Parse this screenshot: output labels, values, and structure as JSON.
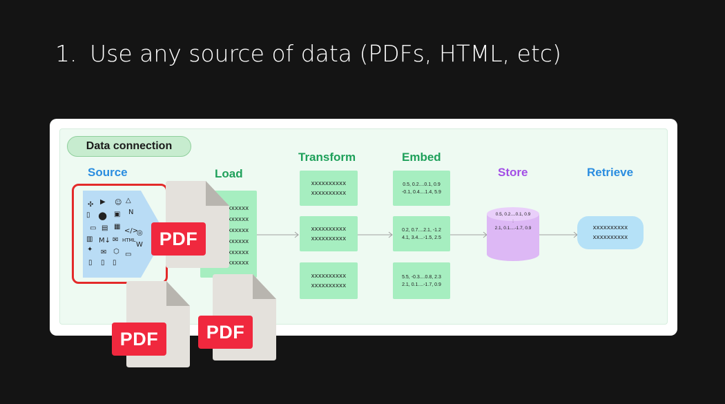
{
  "heading": {
    "number": "1.",
    "text": "Use any source of data (PDFs, HTML, etc)"
  },
  "diagram": {
    "data_connection": "Data connection",
    "stages": {
      "source": "Source",
      "load": "Load",
      "transform": "Transform",
      "embed": "Embed",
      "store": "Store",
      "retrieve": "Retrieve"
    },
    "load_lines": [
      "xxxxxx",
      "xxxxxx",
      "xxxxxx",
      "xxxxxx",
      "xxxxxx",
      "xxxxxx"
    ],
    "transform_boxes": [
      [
        "xxxxxxxxxx",
        "xxxxxxxxxx"
      ],
      [
        "xxxxxxxxxx",
        "xxxxxxxxxx"
      ],
      [
        "xxxxxxxxxx",
        "xxxxxxxxxx"
      ]
    ],
    "embed_boxes": [
      [
        "0.5, 0.2....0.1, 0.9",
        "-0.1, 0.4....1.4, 5.9"
      ],
      [
        "0.2, 0.7....2.1, -1.2",
        "4.1, 3.4....-1.5, 2.5"
      ],
      [
        "5.5, -0.3....0.8, 2.3",
        "2.1, 0.1....-1.7, 0.9"
      ]
    ],
    "store_lines": [
      "0.5, 0.2....0.1, 0.9",
      ":",
      "2.1, 0.1....-1.7, 0.9"
    ],
    "retrieve_lines": [
      "xxxxxxxxxx",
      "xxxxxxxxxx"
    ]
  },
  "pdf_icons": [
    "PDF",
    "PDF",
    "PDF"
  ],
  "colors": {
    "background": "#141414",
    "source_blue": "#2a8de0",
    "stage_green": "#1ea05a",
    "store_purple": "#a24ee6",
    "box_green": "#a6eec0",
    "pdf_red": "#f0283e",
    "highlight_red": "#e32a2a"
  }
}
